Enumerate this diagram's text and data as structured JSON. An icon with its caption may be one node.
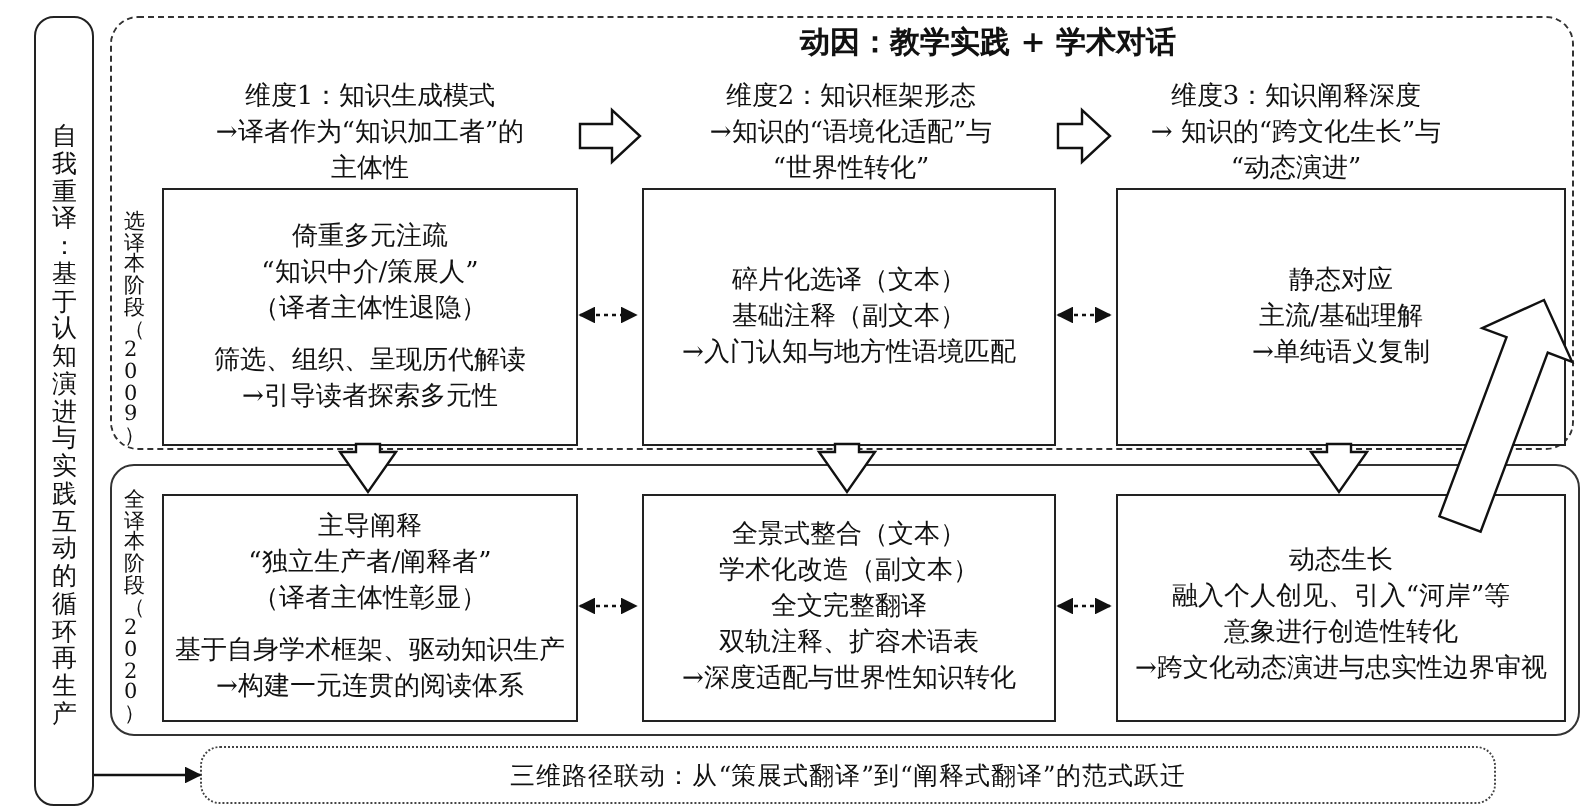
{
  "diagram": {
    "title": "动因：教学实践 + 学术对话",
    "nodes": [
      {
        "text": [
          "自我重译：基于认知演进与实践互动的循环再生产"
        ]
      },
      {
        "text": [
          "选译本阶段（2009）"
        ]
      },
      {
        "text": [
          "维度1：知识生成模式",
          "→译者作为“知识加工者”的",
          "主体性"
        ],
        "in": 1
      },
      {
        "text": [
          "维度2：知识框架形态",
          "→知识的“语境化适配”与",
          "“世界性转化”"
        ],
        "in": 1
      },
      {
        "text": [
          "维度3：知识阐释深度",
          "→ 知识的“跨文化生长”与",
          "“动态演进”"
        ],
        "in": 1
      },
      {
        "text": [
          "倚重多元注疏",
          "“知识中介/策展人”",
          "（译者主体性退隐）",
          "筛选、组织、呈现历代解读",
          "→引导读者探索多元性"
        ],
        "in": 1
      },
      {
        "text": [
          "碎片化选译（文本）",
          "基础注释（副文本）",
          "→入门认知与地方性语境匹配"
        ],
        "in": 1
      },
      {
        "text": [
          "静态对应",
          "主流/基础理解",
          "→单纯语义复制"
        ],
        "in": 1
      },
      {
        "text": [
          "全译本阶段（2020）"
        ]
      },
      {
        "text": [
          "主导阐释",
          "“独立生产者/阐释者”",
          "（译者主体性彰显）",
          "基于自身学术框架、驱动知识生产",
          "→构建一元连贯的阅读体系"
        ],
        "in": 8
      },
      {
        "text": [
          "全景式整合（文本）",
          "学术化改造（副文本）",
          "全文完整翻译",
          "双轨注释、扩容术语表",
          "→深度适配与世界性知识转化"
        ],
        "in": 8
      },
      {
        "text": [
          "动态生长",
          "融入个人创见、引入“河岸”等",
          "意象进行创造性转化",
          "→跨文化动态演进与忠实性边界审视"
        ],
        "in": 8
      },
      {
        "text": [
          "三维路径联动：从“策展式翻译”到“阐释式翻译”的范式跃迁"
        ]
      }
    ],
    "edges": [
      {
        "from": 2,
        "to": 3,
        "arrow": "to",
        "style": "thick"
      },
      {
        "from": 3,
        "to": 4,
        "arrow": "to",
        "style": "thick"
      },
      {
        "from": 5,
        "to": 6,
        "arrow": "both",
        "style": "dashed"
      },
      {
        "from": 6,
        "to": 7,
        "arrow": "both",
        "style": "dashed"
      },
      {
        "from": 5,
        "to": 9,
        "arrow": "to",
        "style": "thick"
      },
      {
        "from": 6,
        "to": 10,
        "arrow": "to",
        "style": "thick"
      },
      {
        "from": 7,
        "to": 11,
        "arrow": "to",
        "style": "thick"
      },
      {
        "from": 9,
        "to": 10,
        "arrow": "both",
        "style": "dashed"
      },
      {
        "from": 10,
        "to": 11,
        "arrow": "both",
        "style": "dashed"
      },
      {
        "from": 11,
        "to": 7,
        "arrow": "to",
        "style": "thick"
      },
      {
        "from": 0,
        "to": 12,
        "arrow": "to"
      }
    ]
  }
}
